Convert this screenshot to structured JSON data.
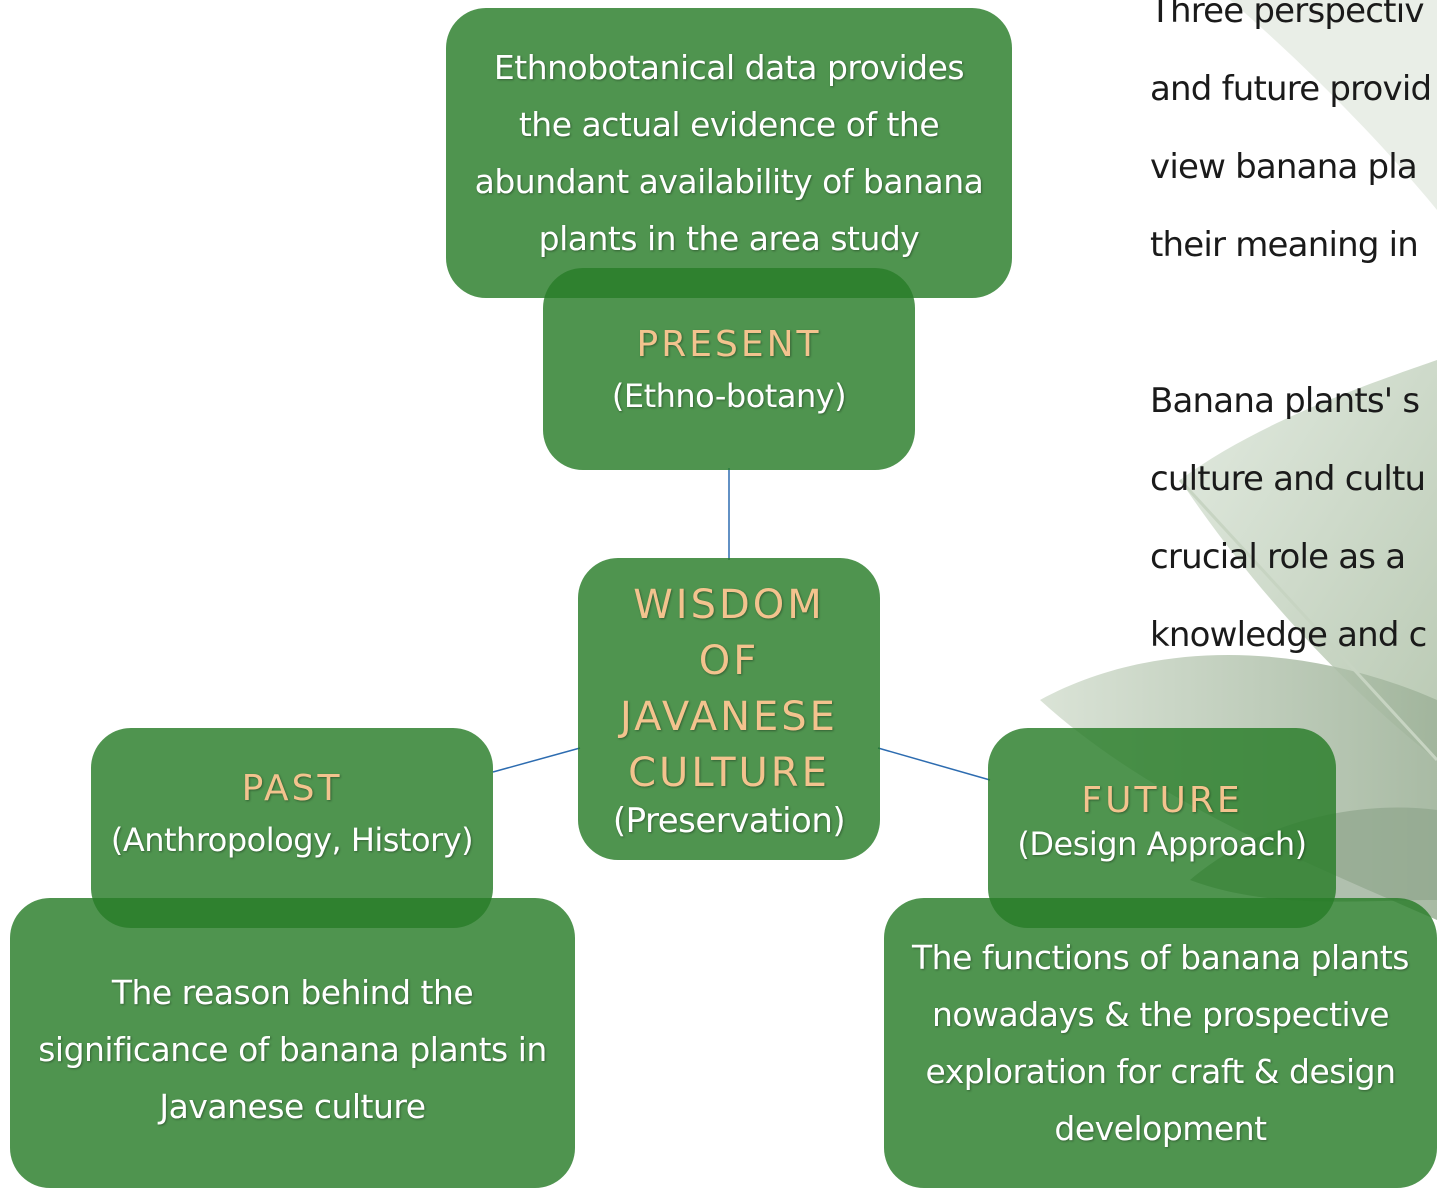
{
  "colors": {
    "box_fill": "#287d28",
    "heading": "#f3c38e",
    "body_text": "#ffffff",
    "connector": "#2d6cb0"
  },
  "right_text": {
    "paragraph1": [
      "Three perspectiv",
      "and future provid",
      "view banana pla",
      "their meaning in"
    ],
    "paragraph2": [
      "Banana plants' s",
      "culture and cultu",
      "crucial role as a",
      "knowledge and c"
    ]
  },
  "present": {
    "description": [
      "Ethnobotanical data provides",
      "the actual evidence of the",
      "abundant availability of banana",
      "plants in the area study"
    ],
    "title": "PRESENT",
    "subtitle": "(Ethno-botany)"
  },
  "center": {
    "title": [
      "WISDOM",
      "OF",
      "JAVANESE",
      "CULTURE"
    ],
    "subtitle": "(Preservation)"
  },
  "past": {
    "title": "PAST",
    "subtitle": "(Anthropology, History)",
    "description": [
      "The reason behind the",
      "significance of banana plants in",
      "Javanese culture"
    ]
  },
  "future": {
    "title": "FUTURE",
    "subtitle": "(Design Approach)",
    "description": [
      "The functions of banana plants",
      "nowadays & the prospective",
      "exploration for craft & design",
      "development"
    ]
  }
}
